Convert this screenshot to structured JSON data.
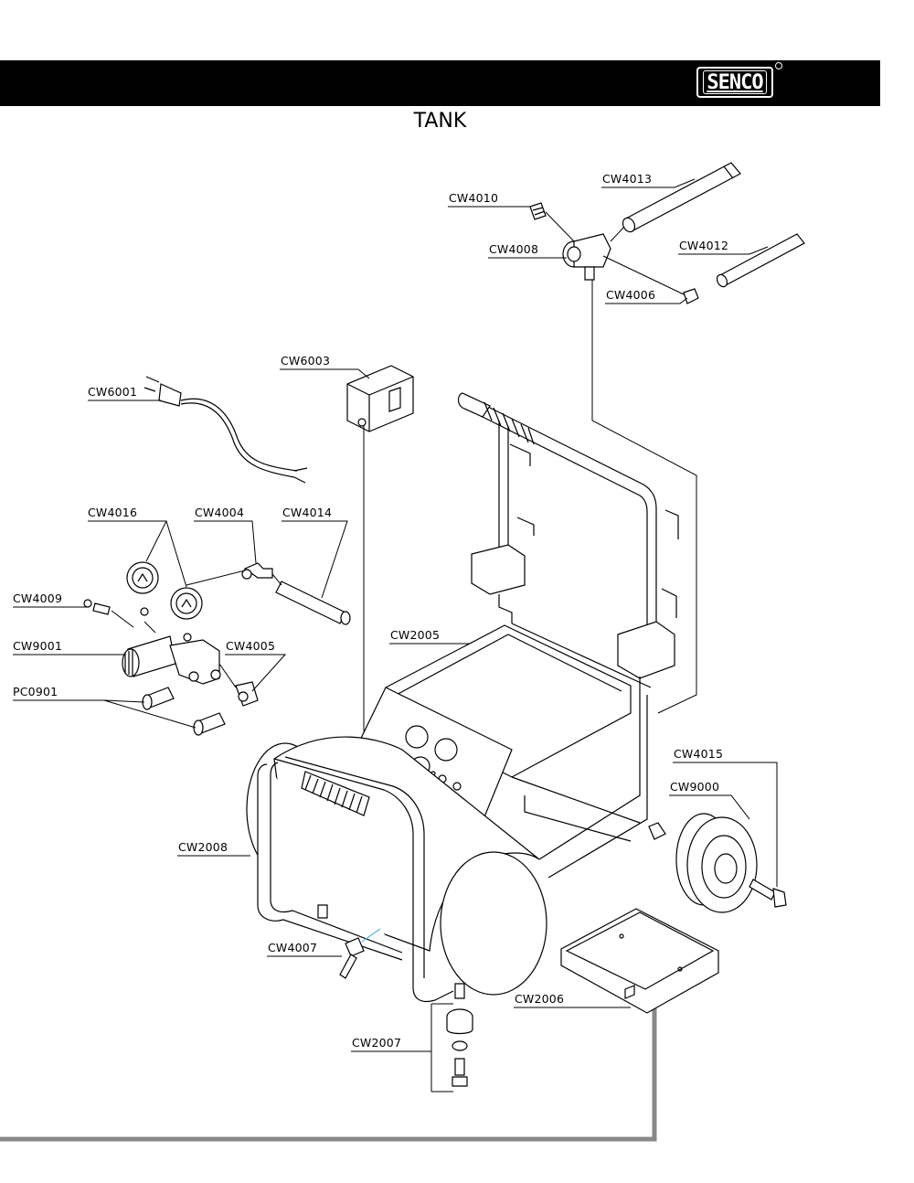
{
  "header": {
    "brand": "SENCO",
    "title": "TANK"
  },
  "labels": {
    "cw4013": "CW4013",
    "cw4010": "CW4010",
    "cw4008": "CW4008",
    "cw4012": "CW4012",
    "cw4006": "CW4006",
    "cw6003": "CW6003",
    "cw6001": "CW6001",
    "cw4016": "CW4016",
    "cw4004": "CW4004",
    "cw4014": "CW4014",
    "cw4009": "CW4009",
    "cw9001": "CW9001",
    "cw4005": "CW4005",
    "pc0901": "PC0901",
    "cw2005": "CW2005",
    "cw4015": "CW4015",
    "cw9000": "CW9000",
    "cw2008": "CW2008",
    "cw4007": "CW4007",
    "cw2006": "CW2006",
    "cw2007": "CW2007"
  },
  "colors": {
    "header_bg": "#000000",
    "ink": "#000000",
    "callout_bar": "#888888",
    "accent_line": "#5ab4e0"
  }
}
